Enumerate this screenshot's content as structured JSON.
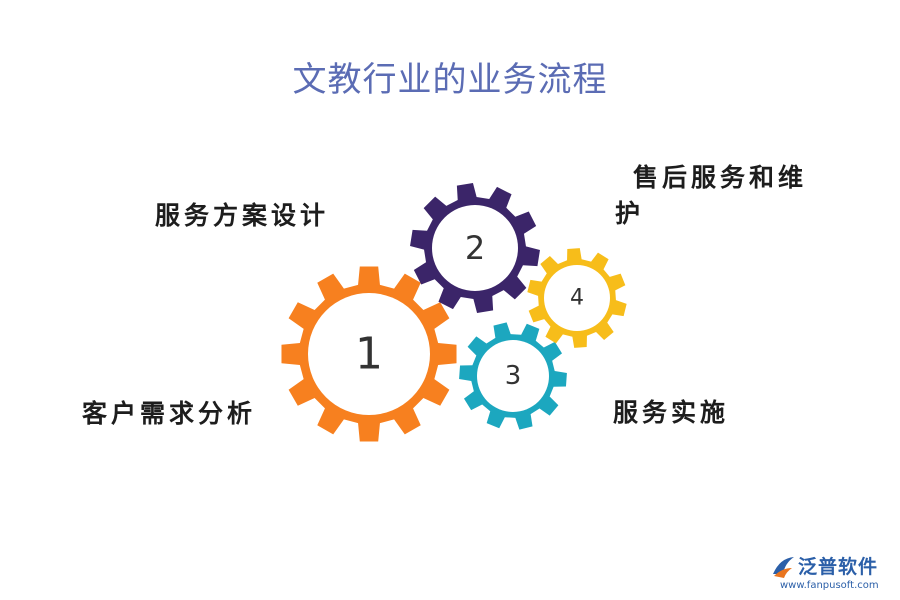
{
  "title": "文教行业的业务流程",
  "steps": [
    {
      "number": "1",
      "label": "客户需求分析",
      "color": "#f7801f"
    },
    {
      "number": "2",
      "label": "服务方案设计",
      "color": "#3b2569"
    },
    {
      "number": "3",
      "label": "服务实施",
      "color": "#1ca7bf"
    },
    {
      "number": "4",
      "label": "售后服务和维护",
      "color": "#f7bd1a"
    }
  ],
  "logo": {
    "name": "泛普软件",
    "url": "www.fanpusoft.com",
    "color": "#2b5fa8"
  }
}
